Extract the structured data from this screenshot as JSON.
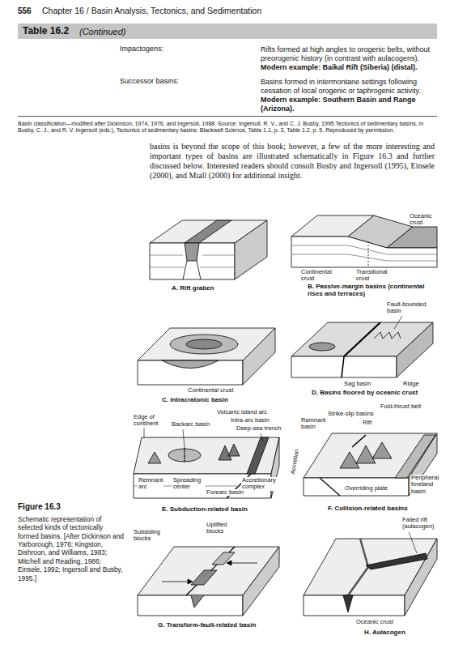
{
  "diagram": {
    "caption": "Schematic representation of selected kinds of tectonically formed basins. [After Dickinson and Yarborough, 1976; Kingston, Dishroon, and Williams, 1983; Mitchell and Reading, 1986; Einsele, 1992; Ingersoll and Busby, 1995.]",
    "labels": [
      "556",
      "Chapter 16 / Basin Analysis, Tectonics, and Sedimentation",
      "Table 16.2",
      "(Continued)",
      "Impactogens:",
      "Rifts formed at high angles to orogenic belts, without preorogenic history (in contrast with aulacogens).",
      "Modern example: Baikal Rift (Siberia) (distal).",
      "Successor basins:",
      "Basins formed in intermontane settings following cessation of local orogenic or taphrogenic activity.",
      "Modern example: Southern Basin and Range (Arizona).",
      "Basin classification—modified after Dickinson, 1974, 1976, and Ingersoll, 1988. Source: Ingersoll, R. V., and C. J. Busby, 1995 Tectonics of sedimentary basins, in Busby, C. J., and R. V. Ingersoll (eds.), Tectonics of sedimentary basins: Blackwell Science, Table 1.1, p. 3, Table 1.2, p. 5. Reproduced by permission.",
      "basins is beyond the scope of this book; however, a few of the more interesting and important types of basins are illustrated schematically in Figure 16.3 and further discussed below. Interested readers should consult Busby and Ingersoll (1995), Einsele (2000), and Miall (2000) for additional insight.",
      "A. Rift graben",
      "Oceanic crust",
      "Continental crust",
      "Transitional crust",
      "B. Passive-margin basins (continental rises and terraces)",
      "Continental crust",
      "C. Intracratonic basin",
      "Fault-bounded basin",
      "Sag basin",
      "Ridge",
      "D. Basins floored by oceanic crust",
      "Edge of continent",
      "Backarc basin",
      "Volcanic island arc",
      "Intra-arc basin",
      "Deep-sea trench",
      "Spreading center",
      "Remnant arc",
      "Forearc basin",
      "Accretionary complex",
      "E. Subduction-related basin",
      "Fold-thrust belt",
      "Strike-slip basins",
      "Remnant basin",
      "Rift",
      "Accretion",
      "Peripheral foreland basin",
      "Overriding plate",
      "F. Collision-related basins",
      "Uplifted blocks",
      "Subsiding blocks",
      "G. Transform-fault-related basin",
      "Failed rift (aulacogen)",
      "Oceanic crust",
      "H. Aulacogen",
      "Figure 16.3"
    ]
  }
}
